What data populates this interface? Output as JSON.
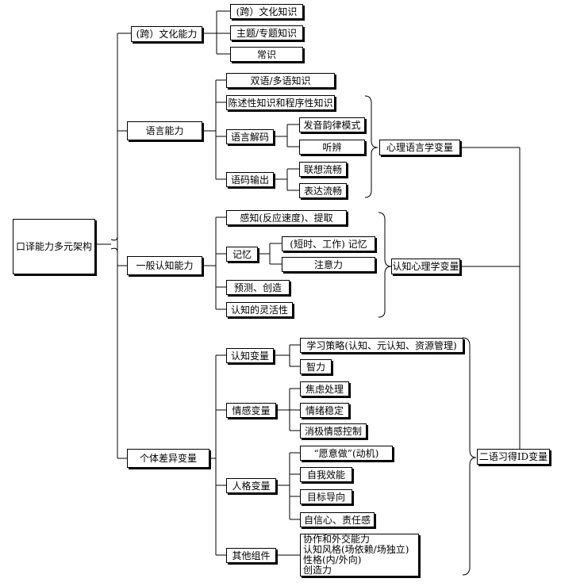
{
  "root": "口译能力多元架构",
  "branches": {
    "cultural": {
      "label": "(跨）文化能力",
      "items": [
        "(跨）文化知识",
        "主题/专题知识",
        "常识"
      ]
    },
    "language": {
      "label": "语言能力",
      "items": [
        "双语/多语知识",
        "陈述性知识和程序性知识",
        "语言解码",
        "语码输出"
      ],
      "decoding": [
        "发音韵律模式",
        "听辨"
      ],
      "output": [
        "联想流畅",
        "表达流畅"
      ]
    },
    "cognitive": {
      "label": "一般认知能力",
      "items": [
        "感知(反应速度)、提取",
        "记忆",
        "预测、创造",
        "认知的灵活性"
      ],
      "memory": [
        "(短时、工作) 记忆",
        "注意力"
      ]
    },
    "individual": {
      "label": "个体差异变量",
      "items": [
        "认知变量",
        "情感变量",
        "人格变量",
        "其他组件"
      ],
      "cognitive_vars": [
        "学习策略(认知、元认知、资源管理)",
        "智力"
      ],
      "affective_vars": [
        "焦虑处理",
        "情绪稳定",
        "消极情感控制"
      ],
      "personality_vars": [
        "“愿意做”(动机)",
        "自我效能",
        "目标导向",
        "自信心、责任感"
      ],
      "other_lines": [
        "协作和外交能力",
        "认知风格(场依赖/场独立)",
        "性格(内/外向)",
        "创造力"
      ]
    }
  },
  "groups": {
    "psycholinguistic": "心理语言学变量",
    "cognitive_psych": "认知心理学变量",
    "sla_id": "二语习得ID变量"
  }
}
